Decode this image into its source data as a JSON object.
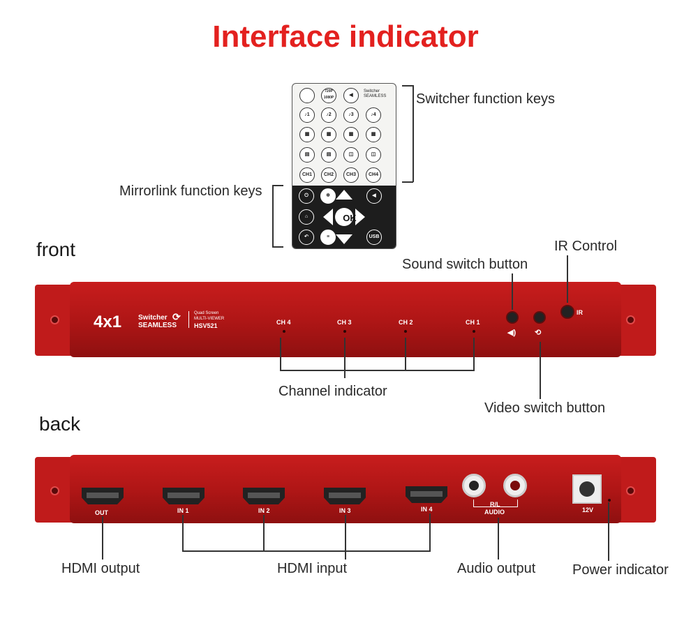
{
  "title": "Interface indicator",
  "sections": {
    "front": "front",
    "back": "back"
  },
  "remote": {
    "row1": [
      "",
      "720P 1080P",
      "",
      "Switcher SEAMLESS"
    ],
    "row5": [
      "CH1",
      "CH2",
      "CH3",
      "CH4"
    ],
    "ok": "OK",
    "usb": "USB"
  },
  "labels": {
    "switcher_keys": "Switcher function keys",
    "mirrorlink_keys": "Mirrorlink function keys",
    "sound_switch": "Sound switch button",
    "ir_control": "IR Control",
    "channel_indicator": "Channel indicator",
    "video_switch": "Video switch button",
    "hdmi_output": "HDMI output",
    "hdmi_input": "HDMI input",
    "audio_output": "Audio output",
    "power_indicator": "Power indicator"
  },
  "front_panel": {
    "brand_big": "4x1",
    "brand_switcher": "Switcher",
    "brand_seamless": "SEAMLESS",
    "quad1": "Quad Screen",
    "quad2": "MULTI-VIEWER",
    "model": "HSV521",
    "channels": [
      "CH 4",
      "CH 3",
      "CH 2",
      "CH 1"
    ],
    "ir": "IR"
  },
  "back_panel": {
    "ports": [
      "OUT",
      "IN 1",
      "IN 2",
      "IN 3",
      "IN 4"
    ],
    "rl": "R/L",
    "audio": "AUDIO",
    "power": "12V"
  }
}
